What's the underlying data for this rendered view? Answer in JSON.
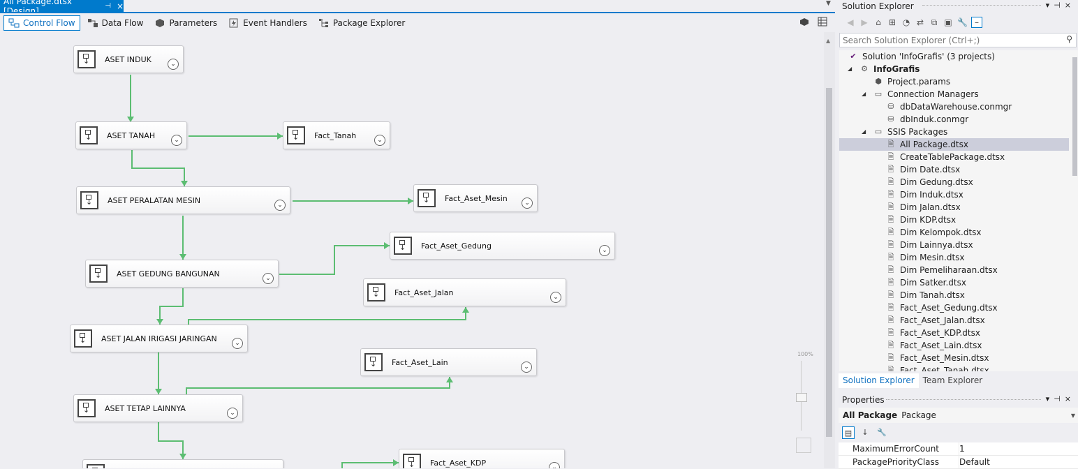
{
  "document_tab": {
    "title": "All Package.dtsx [Design]",
    "pin": "⊣",
    "close": "×"
  },
  "designer_tabs": [
    {
      "label": "Control Flow",
      "icon": "control-flow-icon",
      "active": true
    },
    {
      "label": "Data Flow",
      "icon": "data-flow-icon",
      "active": false
    },
    {
      "label": "Parameters",
      "icon": "parameters-icon",
      "active": false
    },
    {
      "label": "Event Handlers",
      "icon": "event-handlers-icon",
      "active": false
    },
    {
      "label": "Package Explorer",
      "icon": "package-explorer-icon",
      "active": false
    }
  ],
  "tasks": [
    {
      "id": "t1",
      "label": "ASET INDUK"
    },
    {
      "id": "t2",
      "label": "ASET TANAH"
    },
    {
      "id": "t3",
      "label": "Fact_Tanah"
    },
    {
      "id": "t4",
      "label": "ASET PERALATAN MESIN"
    },
    {
      "id": "t5",
      "label": "Fact_Aset_Mesin"
    },
    {
      "id": "t6",
      "label": "Fact_Aset_Gedung"
    },
    {
      "id": "t7",
      "label": "ASET GEDUNG BANGUNAN"
    },
    {
      "id": "t8",
      "label": "Fact_Aset_Jalan"
    },
    {
      "id": "t9",
      "label": "ASET JALAN IRIGASI JARINGAN"
    },
    {
      "id": "t10",
      "label": "Fact_Aset_Lain"
    },
    {
      "id": "t11",
      "label": "ASET TETAP LAINNYA"
    },
    {
      "id": "t12",
      "label": ""
    },
    {
      "id": "t13",
      "label": "Fact_Aset_KDP"
    }
  ],
  "zoom": {
    "label": "100%"
  },
  "solution_explorer": {
    "title": "Solution Explorer",
    "search_placeholder": "Search Solution Explorer (Ctrl+;)",
    "tree": [
      {
        "label": "Solution 'InfoGrafis' (3 projects)",
        "icon": "solution-icon",
        "level": 0,
        "expanded": null
      },
      {
        "label": "InfoGrafis",
        "icon": "project-icon",
        "level": 1,
        "expanded": true,
        "bold": true
      },
      {
        "label": "Project.params",
        "icon": "params-icon",
        "level": 2,
        "expanded": null
      },
      {
        "label": "Connection Managers",
        "icon": "folder-icon",
        "level": 2,
        "expanded": true
      },
      {
        "label": "dbDataWarehouse.conmgr",
        "icon": "connection-icon",
        "level": 3,
        "expanded": null
      },
      {
        "label": "dbInduk.conmgr",
        "icon": "connection-icon",
        "level": 3,
        "expanded": null
      },
      {
        "label": "SSIS Packages",
        "icon": "folder-icon",
        "level": 2,
        "expanded": true
      },
      {
        "label": "All Package.dtsx",
        "icon": "package-icon",
        "level": 3,
        "expanded": null,
        "selected": true
      },
      {
        "label": "CreateTablePackage.dtsx",
        "icon": "package-icon",
        "level": 3,
        "expanded": null
      },
      {
        "label": "Dim Date.dtsx",
        "icon": "package-icon",
        "level": 3,
        "expanded": null
      },
      {
        "label": "Dim Gedung.dtsx",
        "icon": "package-icon",
        "level": 3,
        "expanded": null
      },
      {
        "label": "Dim Induk.dtsx",
        "icon": "package-icon",
        "level": 3,
        "expanded": null
      },
      {
        "label": "Dim Jalan.dtsx",
        "icon": "package-icon",
        "level": 3,
        "expanded": null
      },
      {
        "label": "Dim KDP.dtsx",
        "icon": "package-icon",
        "level": 3,
        "expanded": null
      },
      {
        "label": "Dim Kelompok.dtsx",
        "icon": "package-icon",
        "level": 3,
        "expanded": null
      },
      {
        "label": "Dim Lainnya.dtsx",
        "icon": "package-icon",
        "level": 3,
        "expanded": null
      },
      {
        "label": "Dim Mesin.dtsx",
        "icon": "package-icon",
        "level": 3,
        "expanded": null
      },
      {
        "label": "Dim Pemeliharaan.dtsx",
        "icon": "package-icon",
        "level": 3,
        "expanded": null
      },
      {
        "label": "Dim Satker.dtsx",
        "icon": "package-icon",
        "level": 3,
        "expanded": null
      },
      {
        "label": "Dim Tanah.dtsx",
        "icon": "package-icon",
        "level": 3,
        "expanded": null
      },
      {
        "label": "Fact_Aset_Gedung.dtsx",
        "icon": "package-icon",
        "level": 3,
        "expanded": null
      },
      {
        "label": "Fact_Aset_Jalan.dtsx",
        "icon": "package-icon",
        "level": 3,
        "expanded": null
      },
      {
        "label": "Fact_Aset_KDP.dtsx",
        "icon": "package-icon",
        "level": 3,
        "expanded": null
      },
      {
        "label": "Fact_Aset_Lain.dtsx",
        "icon": "package-icon",
        "level": 3,
        "expanded": null
      },
      {
        "label": "Fact_Aset_Mesin.dtsx",
        "icon": "package-icon",
        "level": 3,
        "expanded": null
      },
      {
        "label": "Fact_Aset_Tanah.dtsx",
        "icon": "package-icon",
        "level": 3,
        "expanded": null
      }
    ],
    "bottom_tabs": [
      {
        "label": "Solution Explorer",
        "active": true
      },
      {
        "label": "Team Explorer",
        "active": false
      }
    ]
  },
  "properties": {
    "title": "Properties",
    "object_name": "All Package",
    "object_type": "Package",
    "rows": [
      {
        "name": "MaximumErrorCount",
        "value": "1"
      },
      {
        "name": "PackagePriorityClass",
        "value": "Default"
      }
    ]
  },
  "colors": {
    "accent": "#007acc",
    "connector": "#5cbd72",
    "selection": "#cccedb"
  }
}
